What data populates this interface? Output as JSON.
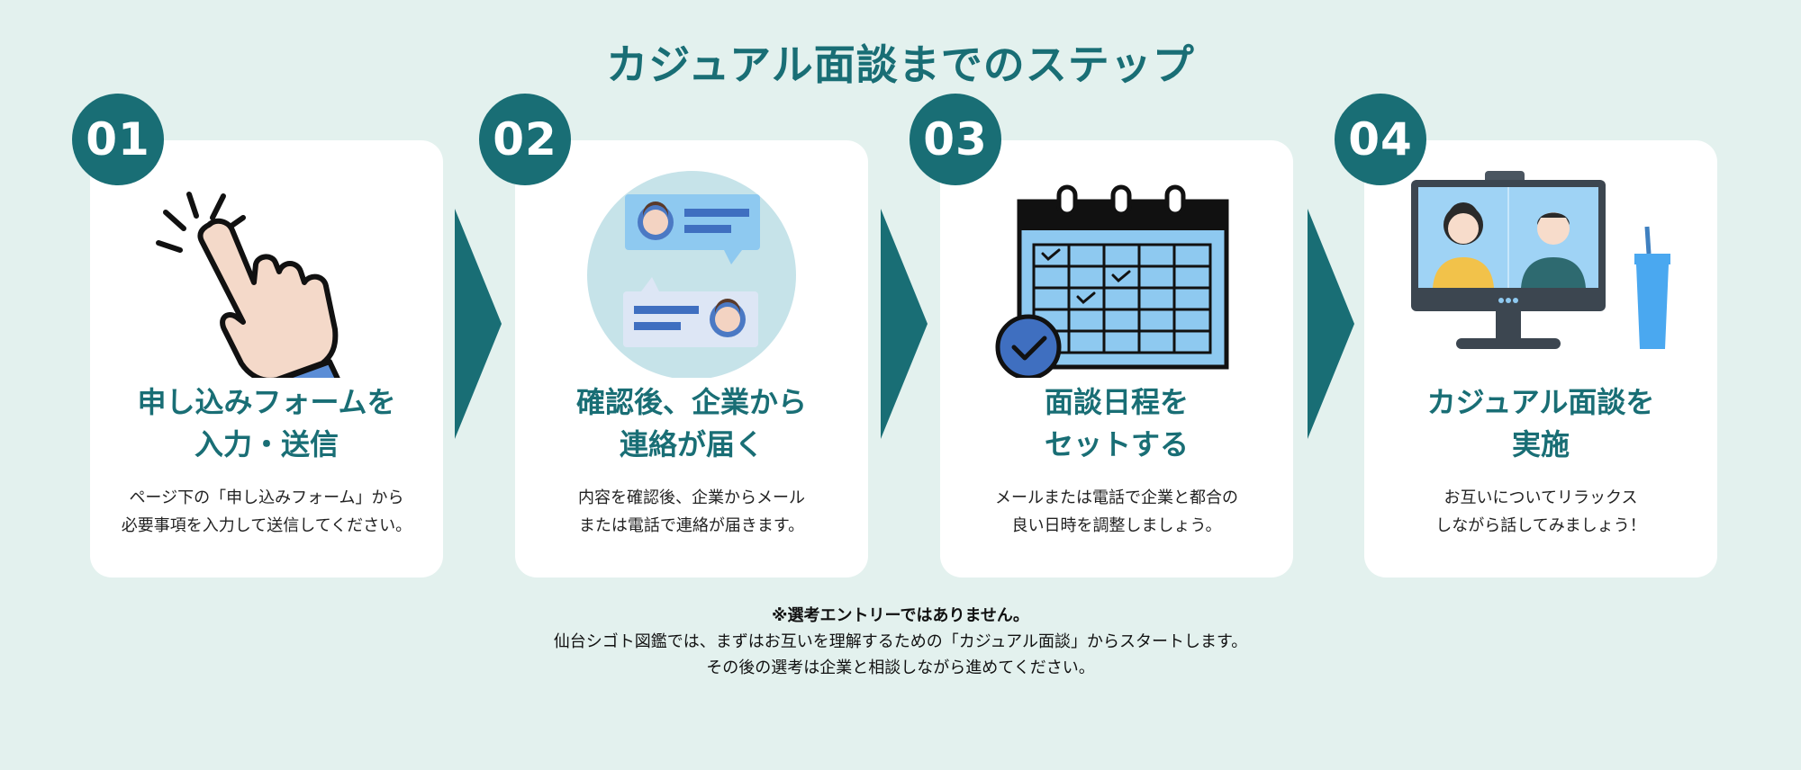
{
  "title": "カジュアル面談までのステップ",
  "colors": {
    "accent": "#196e75",
    "background": "#e3f1ee",
    "card": "#ffffff"
  },
  "steps": [
    {
      "number": "01",
      "icon": "pointing-hand-icon",
      "title_lines": [
        "申し込みフォームを",
        "入力・送信"
      ],
      "desc_lines": [
        "ページ下の「申し込みフォーム」から",
        "必要事項を入力して送信してください。"
      ]
    },
    {
      "number": "02",
      "icon": "chat-messages-icon",
      "title_lines": [
        "確認後、企業から",
        "連絡が届く"
      ],
      "desc_lines": [
        "内容を確認後、企業からメール",
        "または電話で連絡が届きます。"
      ]
    },
    {
      "number": "03",
      "icon": "calendar-check-icon",
      "title_lines": [
        "面談日程を",
        "セットする"
      ],
      "desc_lines": [
        "メールまたは電話で企業と都合の",
        "良い日時を調整しましょう。"
      ]
    },
    {
      "number": "04",
      "icon": "video-call-icon",
      "title_lines": [
        "カジュアル面談を",
        "実施"
      ],
      "desc_lines": [
        "お互いについてリラックス",
        "しながら話してみましょう！"
      ]
    }
  ],
  "note": {
    "heading": "※選考エントリーではありません。",
    "lines": [
      "仙台シゴト図鑑では、まずはお互いを理解するための「カジュアル面談」からスタートします。",
      "その後の選考は企業と相談しながら進めてください。"
    ]
  }
}
